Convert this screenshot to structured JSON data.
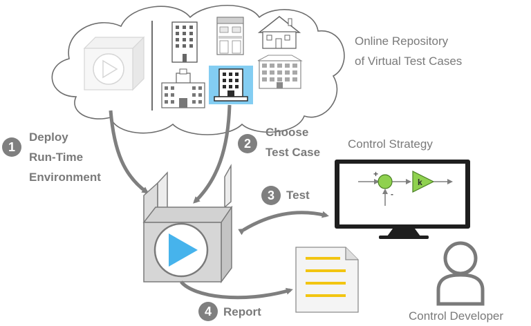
{
  "repository": {
    "label_line1": "Online Repository",
    "label_line2": "of Virtual Test Cases"
  },
  "steps": [
    {
      "number": "1",
      "label_line1": "Deploy",
      "label_line2": "Run-Time",
      "label_line3": "Environment"
    },
    {
      "number": "2",
      "label_line1": "Choose",
      "label_line2": "Test Case"
    },
    {
      "number": "3",
      "label_line1": "Test"
    },
    {
      "number": "4",
      "label_line1": "Report"
    }
  ],
  "control_strategy": {
    "title": "Control Strategy",
    "plus_sign": "+",
    "minus_sign": "-",
    "gain_label": "k"
  },
  "control_developer": {
    "label": "Control Developer"
  },
  "colors": {
    "arrow": "#7f7f7f",
    "badge": "#7f7f7f",
    "play_blue": "#46b3ec",
    "selected_building_bg": "#83cdf2",
    "controller_green": "#8fd14f",
    "report_lines": "#f2c511"
  }
}
